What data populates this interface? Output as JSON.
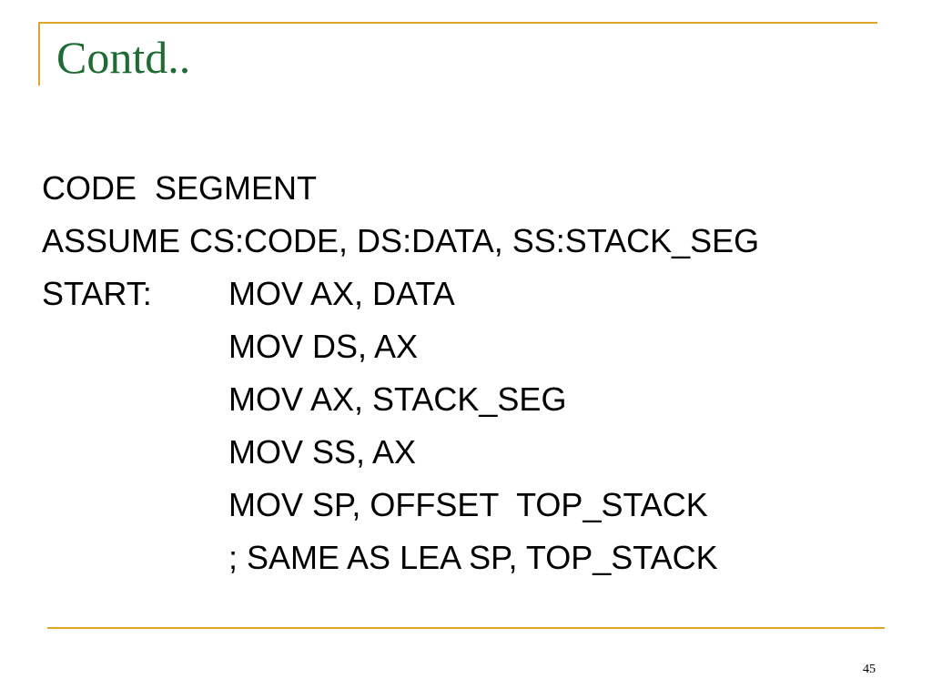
{
  "slide": {
    "title": "Contd..",
    "page_number": "45",
    "accent_color": "#e0a526",
    "title_color": "#1e6b34"
  },
  "code": {
    "line1": "CODE  SEGMENT",
    "line2": "ASSUME CS:CODE, DS:DATA, SS:STACK_SEG",
    "line3_label": "START:",
    "line3_instr": "MOV AX, DATA",
    "line4_instr": "MOV DS, AX",
    "line5_instr": "MOV AX, STACK_SEG",
    "line6_instr": "MOV SS, AX",
    "line7_instr": "MOV SP, OFFSET  TOP_STACK",
    "line8_instr": "; SAME AS LEA SP, TOP_STACK"
  }
}
